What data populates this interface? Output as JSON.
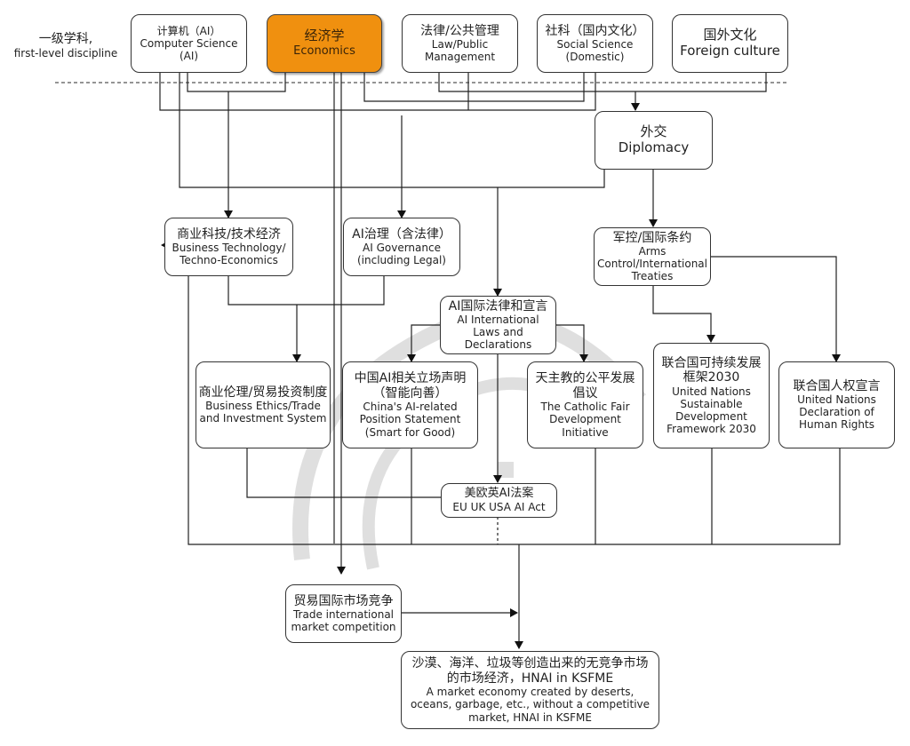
{
  "row_label": {
    "zh": "一级学科,",
    "en": "first-level discipline"
  },
  "colors": {
    "accent": "#f0900f",
    "line": "#222222",
    "border": "#333333"
  },
  "nodes": {
    "cs": {
      "zh": "计算机（AI）",
      "en": "Computer Science (AI)"
    },
    "econ": {
      "zh": "经济学",
      "en": "Economics"
    },
    "law": {
      "zh": "法律/公共管理",
      "en": "Law/Public Management"
    },
    "social": {
      "zh": "社科（国内文化）",
      "en": "Social Science (Domestic)"
    },
    "foreign": {
      "zh": "国外文化",
      "en": "Foreign culture"
    },
    "diplomacy": {
      "zh": "外交",
      "en": "Diplomacy"
    },
    "biztech": {
      "zh": "商业科技/技术经济",
      "en": "Business Technology/ Techno-Economics"
    },
    "aigov": {
      "zh": "AI治理（含法律）",
      "en": "AI Governance (including Legal)"
    },
    "arms": {
      "zh": "军控/国际条约",
      "en": "Arms Control/International Treaties"
    },
    "ailaw": {
      "zh": "AI国际法律和宣言",
      "en": "AI International Laws and Declarations"
    },
    "ethics": {
      "zh": "商业伦理/贸易投资制度",
      "en": "Business Ethics/Trade and Investment System"
    },
    "china": {
      "zh": "中国AI相关立场声明（智能向善）",
      "en": "China's AI-related Position Statement (Smart for Good)"
    },
    "catholic": {
      "zh": "天主教的公平发展倡议",
      "en": "The Catholic Fair Development Initiative"
    },
    "un_sdg": {
      "zh": "联合国可持续发展框架2030",
      "en": "United Nations Sustainable Development Framework 2030"
    },
    "un_hr": {
      "zh": "联合国人权宣言",
      "en": "United Nations Declaration of Human Rights"
    },
    "euact": {
      "zh": "美欧英AI法案",
      "en": "EU UK USA AI Act"
    },
    "trade": {
      "zh": "贸易国际市场竞争",
      "en": "Trade international market competition"
    },
    "final": {
      "zh": "沙漠、海洋、垃圾等创造出来的无竞争市场的市场经济，HNAI in KSFME",
      "en": "A market economy created by deserts, oceans, garbage, etc., without a competitive market, HNAI in KSFME"
    }
  }
}
